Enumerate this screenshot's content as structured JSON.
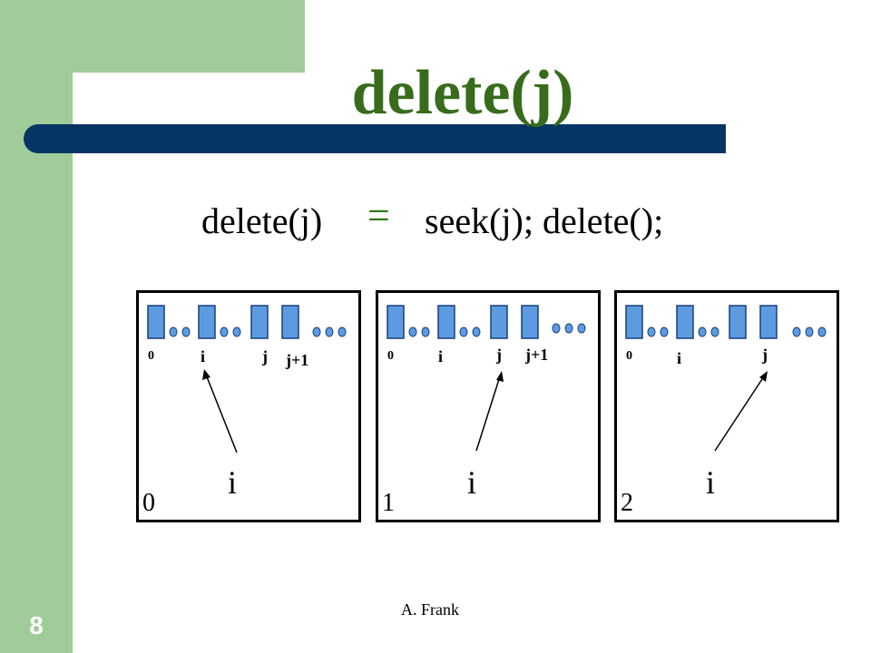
{
  "title": "delete(j)",
  "equation": {
    "left": "delete(j)",
    "equals": "=",
    "right": "seek(j); delete();"
  },
  "panels": [
    {
      "index_labels": [
        "0",
        "i",
        "j",
        "j+1"
      ],
      "pointer": "i",
      "number": "0"
    },
    {
      "index_labels": [
        "0",
        "i",
        "j",
        "j+1"
      ],
      "pointer": "i",
      "number": "1"
    },
    {
      "index_labels": [
        "0",
        "i",
        "j"
      ],
      "pointer": "i",
      "number": "2"
    }
  ],
  "footer": "A. Frank",
  "page_number": "8",
  "colors": {
    "title": "#386c1c",
    "title_bar": "#063563",
    "side_band": "#9fcc98",
    "cell_fill": "#5d9be0",
    "equals": "#2f7a1e"
  }
}
